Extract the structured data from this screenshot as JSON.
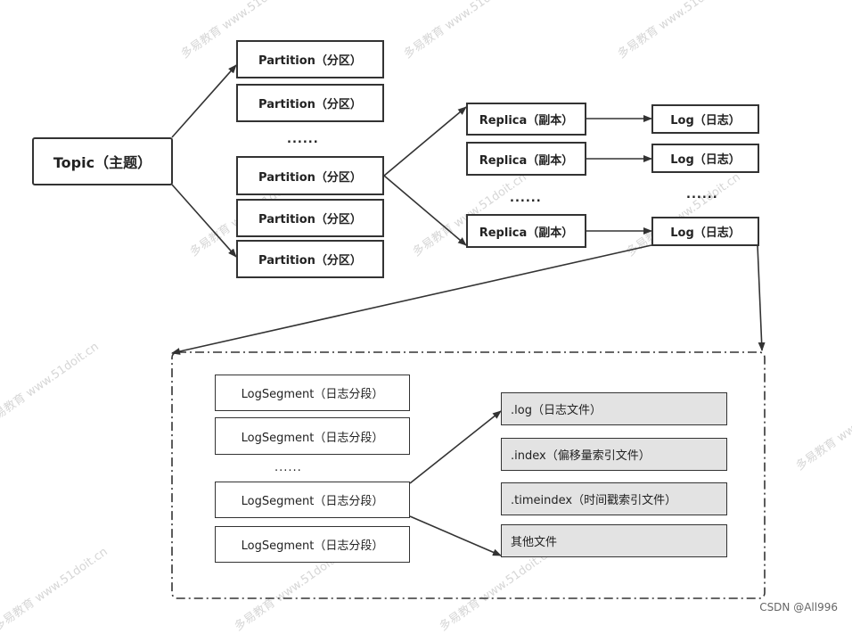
{
  "diagram": {
    "topic": "Topic（主题）",
    "partitions": [
      "Partition（分区）",
      "Partition（分区）",
      "Partition（分区）",
      "Partition（分区）",
      "Partition（分区）"
    ],
    "replicas": [
      "Replica（副本）",
      "Replica（副本）",
      "Replica（副本）"
    ],
    "logs": [
      "Log（日志）",
      "Log（日志）",
      "Log（日志）"
    ],
    "segments": [
      "LogSegment（日志分段）",
      "LogSegment（日志分段）",
      "LogSegment（日志分段）",
      "LogSegment（日志分段）"
    ],
    "files": [
      ".log（日志文件）",
      ".index（偏移量索引文件）",
      ".timeindex（时间戳索引文件）",
      "其他文件"
    ],
    "ellipsis": "......"
  },
  "watermark": {
    "text": "多易教育 www.51doit.cn"
  },
  "credit": "CSDN @All996"
}
